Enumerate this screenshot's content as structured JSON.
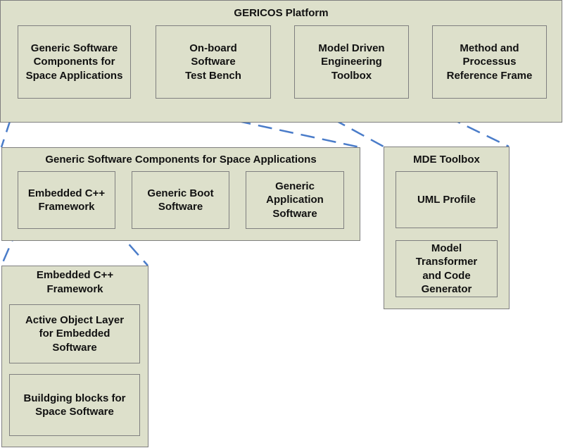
{
  "diagram": {
    "platform": {
      "title": "GERICOS Platform",
      "components": [
        {
          "label": "Generic Software Components for Space Applications"
        },
        {
          "label": "On-board Software Test Bench"
        },
        {
          "label": "Model Driven Engineering Toolbox"
        },
        {
          "label": "Method and Processus Reference Frame"
        }
      ]
    },
    "gsc": {
      "title": "Generic Software Components for Space Applications",
      "components": [
        {
          "label": "Embedded C++ Framework"
        },
        {
          "label": "Generic Boot Software"
        },
        {
          "label": "Generic Application Software"
        }
      ]
    },
    "mde": {
      "title": "MDE Toolbox",
      "components": [
        {
          "label": "UML Profile"
        },
        {
          "label": "Model Transformer and Code Generator"
        }
      ]
    },
    "ecf": {
      "title": "Embedded C++ Framework",
      "components": [
        {
          "label": "Active Object Layer for Embedded Software"
        },
        {
          "label": "Buildging blocks for Space Software"
        }
      ]
    },
    "connector_color": "#4a7cc9",
    "box_fill": "#dde0cb",
    "box_border": "#7f7f7f"
  }
}
